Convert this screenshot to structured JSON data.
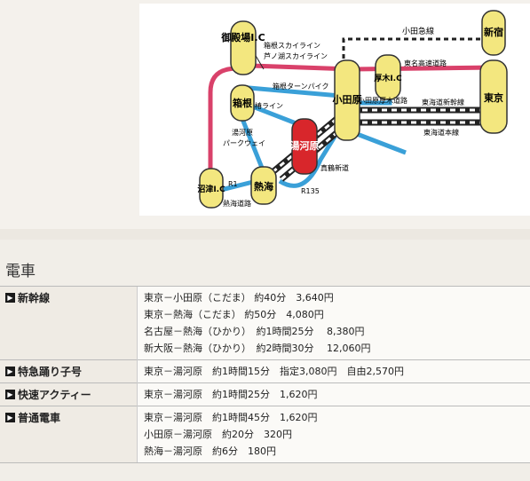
{
  "map": {
    "stations": {
      "gotemba": "御殿場I.C",
      "hakone": "箱根",
      "numazu": "沼津I.C",
      "atami": "熱海",
      "yugawara": "湯河原",
      "odawara": "小田原",
      "atsugi": "厚木I.C",
      "tokyo": "東京",
      "shinjuku": "新宿"
    },
    "route_labels": {
      "odakyu": "小田急線",
      "hakone_skyline": "箱根スカイライン",
      "ashinoko_skyline": "芦ノ湖スカイライン",
      "tomei": "東名高速道路",
      "turnpike": "箱根ターンパイク",
      "tsubaki": "椿ライン",
      "odawara_atsugi": "小田原厚木道路",
      "shinkansen": "東海道新幹線",
      "honsen": "東海道本線",
      "yugawara_parkway": "湯河原\nパークウェイ",
      "shinkoku": "真鶴新道",
      "r1": "R1",
      "r135": "R135",
      "atami_road": "熱海道路"
    }
  },
  "section": {
    "title": "電車",
    "marker": "▶",
    "categories": [
      {
        "name": "新幹線",
        "lines": [
          "東京－小田原（こだま） 約40分　3,640円",
          "東京－熱海（こだま） 約50分　4,080円",
          "名古屋－熱海（ひかり）　約1時間25分　 8,380円",
          "新大阪－熱海（ひかり）　約2時間30分　 12,060円"
        ]
      },
      {
        "name": "特急踊り子号",
        "lines": [
          "東京－湯河原　約1時間15分　指定3,080円　自由2,570円"
        ]
      },
      {
        "name": "快速アクティー",
        "lines": [
          "東京－湯河原　約1時間25分　1,620円"
        ]
      },
      {
        "name": "普通電車",
        "lines": [
          "東京－湯河原　約1時間45分　1,620円",
          "小田原－湯河原　約20分　320円",
          "熱海－湯河原　約6分　180円"
        ]
      }
    ]
  },
  "colors": {
    "road_red": "#d9416a",
    "road_blue": "#3aa0d8",
    "station_yellow": "#f3e77f",
    "yugawara_red": "#d8262b",
    "rail_dark": "#222222"
  }
}
